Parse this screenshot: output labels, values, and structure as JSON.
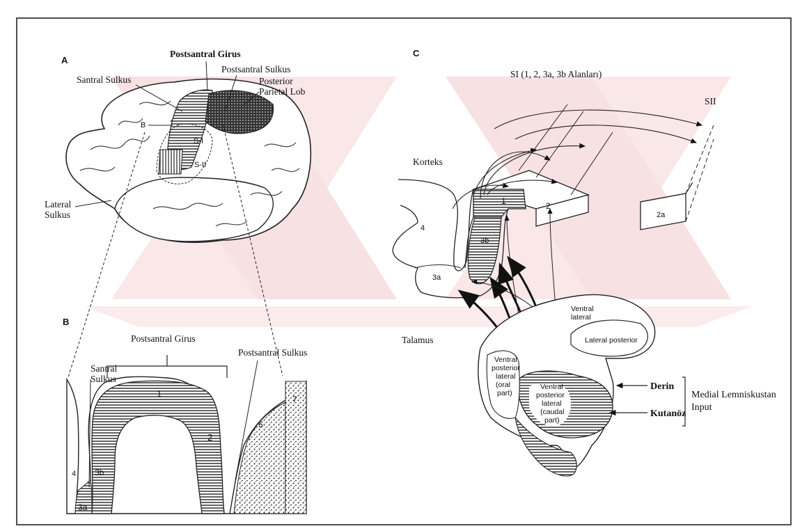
{
  "figure": {
    "watermark_color": "#f3c9cc",
    "panel_a": {
      "letter": "A",
      "labels": {
        "postcentral_gyrus": "Postsantral Girus",
        "postcentral_sulcus": "Postsantral Sulkus",
        "central_sulcus": "Santral Sulkus",
        "posterior_parietal": "Posterior",
        "posterior_parietal_2": "Parietal Lob",
        "s1": "S-I",
        "s2": "S-II",
        "b_marker": "B",
        "lateral_sulcus": "Lateral",
        "lateral_sulcus_2": "Sulkus"
      }
    },
    "panel_b": {
      "letter": "B",
      "labels": {
        "central_sulcus": "Santral",
        "central_sulcus_2": "Sulkus",
        "postcentral_gyrus": "Postsantral Girus",
        "postcentral_sulcus": "Postsantral Sulkus",
        "area_1": "1",
        "area_2": "2",
        "area_3a": "3a",
        "area_3b": "3b",
        "area_4": "4",
        "area_5": "5",
        "area_7": "7"
      }
    },
    "panel_c": {
      "letter": "C",
      "labels": {
        "si": "SI (1, 2, 3a, 3b Alanları)",
        "sii": "SII",
        "cortex": "Korteks",
        "area_1": "1",
        "area_2": "2",
        "area_2a": "2a",
        "area_3a": "3a",
        "area_3b": "3b",
        "area_4": "4",
        "thalamus": "Talamus",
        "ventral_lateral": "Ventral",
        "ventral_lateral_2": "lateral",
        "lateral_posterior": "Lateral posterior",
        "vpl_oral": [
          "Ventral",
          "posterior",
          "lateral",
          "(oral",
          "part)"
        ],
        "vpl_caudal": [
          "Ventral",
          "posterior",
          "lateral",
          "(caudal",
          "part)"
        ],
        "deep": "Derin",
        "cutaneous": "Kutanöz",
        "medial_lemniscus": "Medial Lemniskustan",
        "input": "Input"
      }
    }
  }
}
